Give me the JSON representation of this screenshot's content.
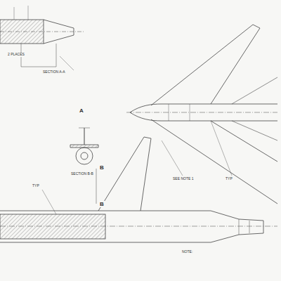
{
  "diagram": {
    "labels": [
      "A",
      "B",
      "B",
      "SECTION A-A",
      "SECTION B-B",
      "NOTE:",
      "SEE NOTE 1",
      "TYP",
      "TYP",
      "2 PLACES"
    ]
  }
}
